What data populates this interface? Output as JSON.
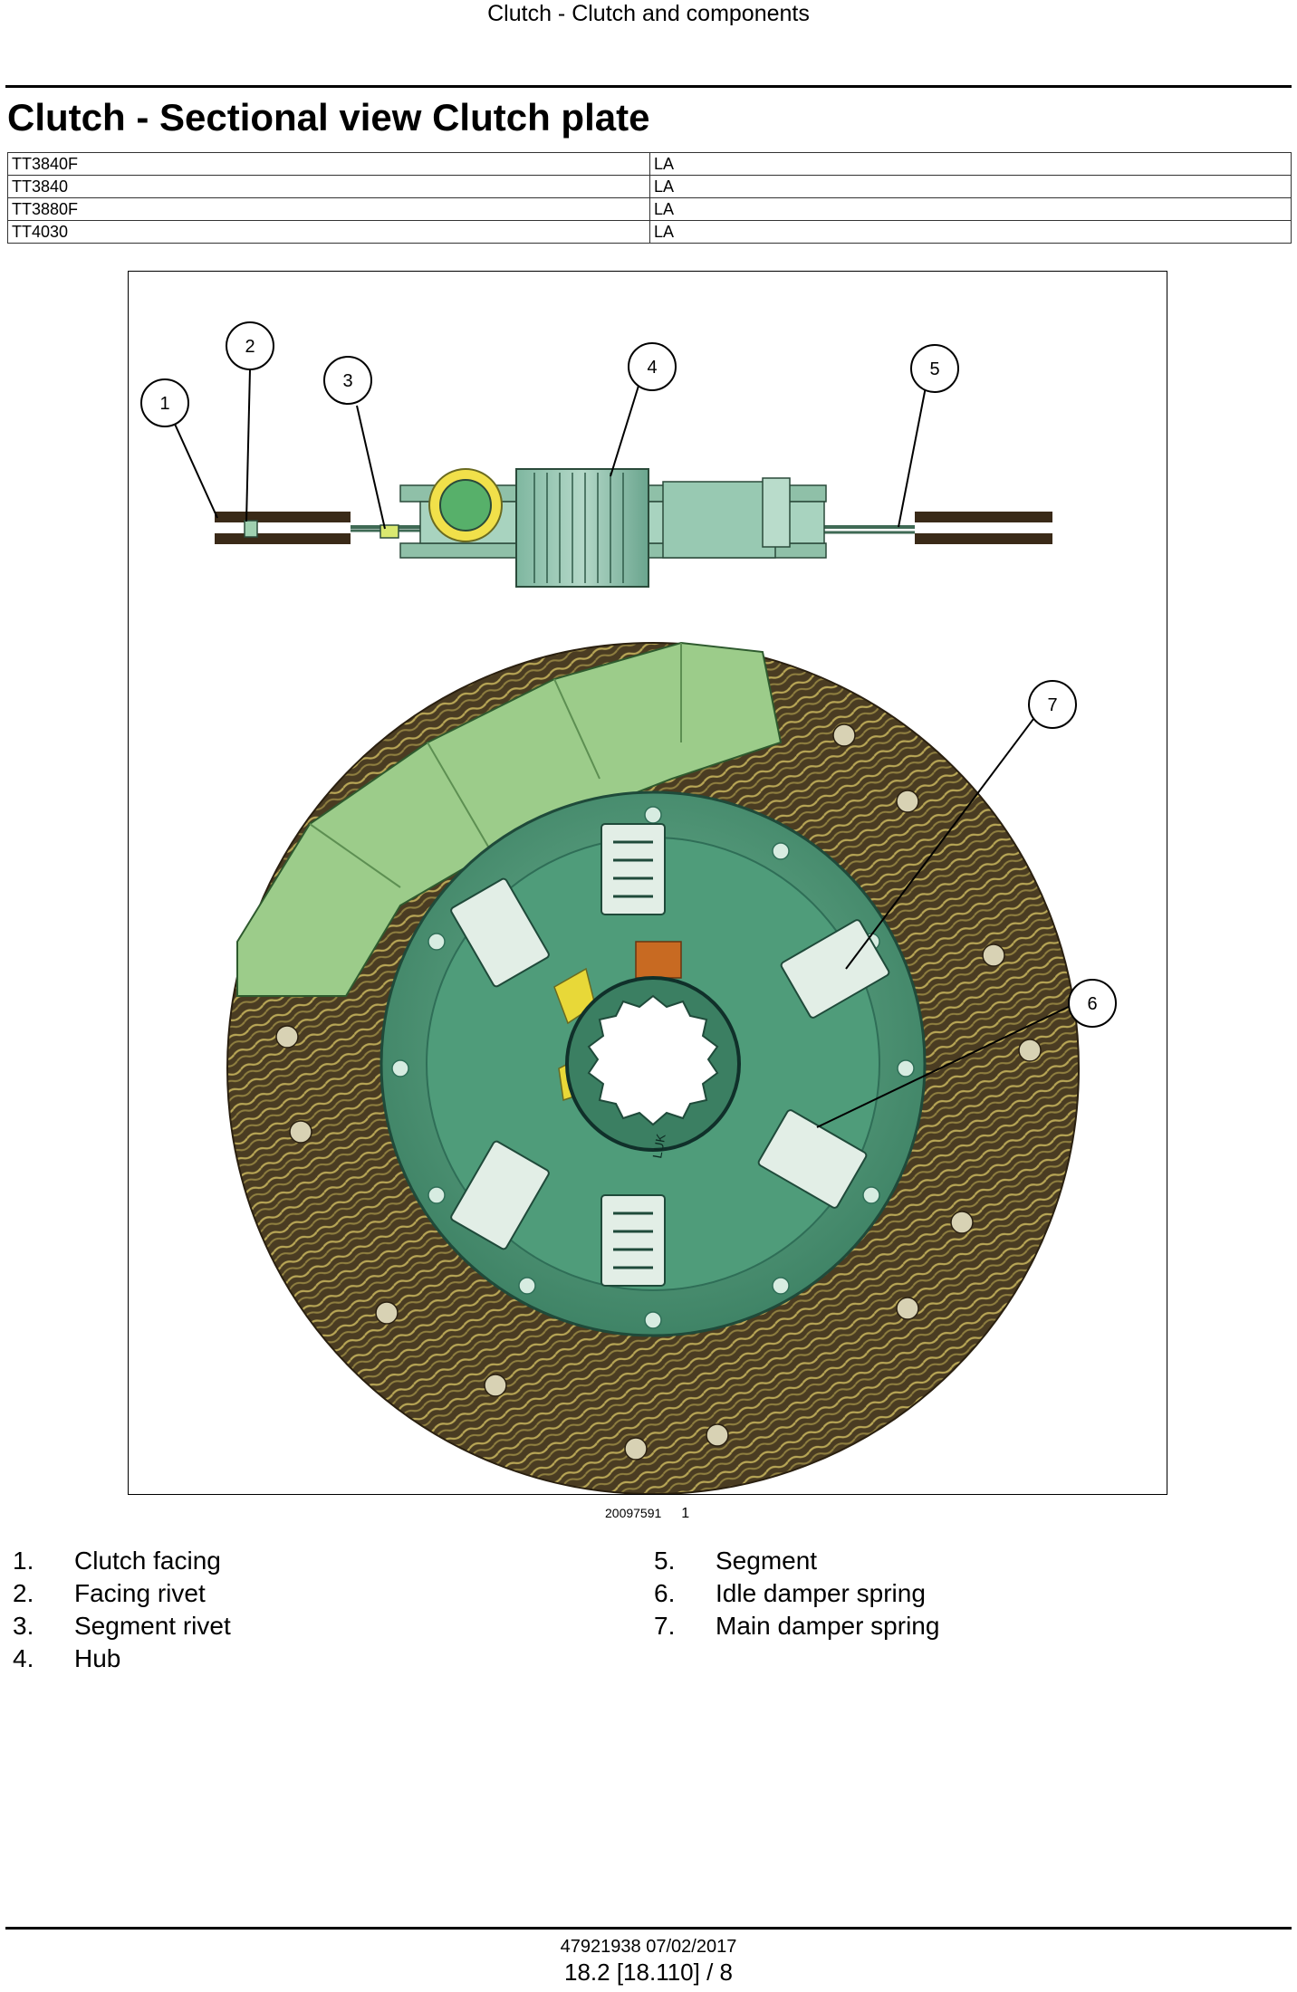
{
  "header": {
    "running_title": "Clutch - Clutch and components"
  },
  "section": {
    "title": "Clutch - Sectional view Clutch plate"
  },
  "models": [
    {
      "model": "TT3840F",
      "market": "LA"
    },
    {
      "model": "TT3840",
      "market": "LA"
    },
    {
      "model": "TT3880F",
      "market": "LA"
    },
    {
      "model": "TT4030",
      "market": "LA"
    }
  ],
  "figure": {
    "callouts": [
      "1",
      "2",
      "3",
      "4",
      "5",
      "6",
      "7"
    ],
    "hub_marking": "LUK",
    "reference_id": "20097591",
    "reference_number": "1"
  },
  "legend": [
    {
      "num": "1.",
      "label": "Clutch facing"
    },
    {
      "num": "2.",
      "label": "Facing rivet"
    },
    {
      "num": "3.",
      "label": "Segment rivet"
    },
    {
      "num": "4.",
      "label": "Hub"
    },
    {
      "num": "5.",
      "label": "Segment"
    },
    {
      "num": "6.",
      "label": "Idle damper spring"
    },
    {
      "num": "7.",
      "label": "Main damper spring"
    }
  ],
  "footer": {
    "doc": "47921938 07/02/2017",
    "page": "18.2 [18.110] / 8"
  },
  "colors": {
    "facing_brown": "#5a4a2a",
    "facing_strand": "#b8a656",
    "segment_green": "#9ccc8a",
    "plate_green": "#4f9c7a",
    "plate_dark": "#2f6e57",
    "spring_light": "#e2eee6",
    "accent_yellow": "#e8d838",
    "accent_orange": "#c86a22"
  }
}
